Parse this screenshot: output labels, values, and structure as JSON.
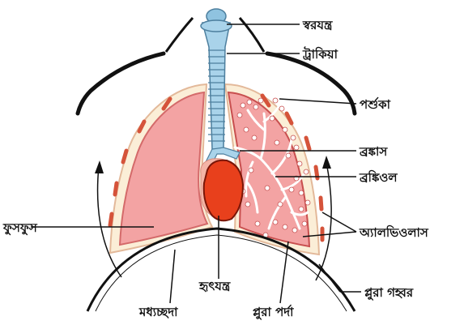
{
  "diagram": {
    "colors": {
      "lung_fill": "#f3a3a3",
      "lung_edge": "#c84f4f",
      "pleura_cream": "#fbeed7",
      "trachea": "#a9d3ea",
      "trachea_edge": "#4d7f9e",
      "heart": "#e8401c",
      "heart_edge": "#7a1608",
      "alveoli": "#ffffff",
      "rib_marks": "#d5533a",
      "line": "#111111"
    },
    "labels": {
      "larynx": "স্বরযন্ত্র",
      "trachea": "ট্রাকিয়া",
      "rib": "পর্শুকা",
      "bronchus": "ব্রঙ্কাস",
      "bronchiole": "ব্রঙ্কিওল",
      "alveoli": "অ্যালভিওলাস",
      "lung": "ফুসফুস",
      "diaphragm": "মধ্যচ্ছদা",
      "heart": "হৃৎযন্ত্র",
      "pleura": "প্লুরা পর্দা",
      "pleural_cavity": "প্লুরা গহ্বর"
    }
  }
}
